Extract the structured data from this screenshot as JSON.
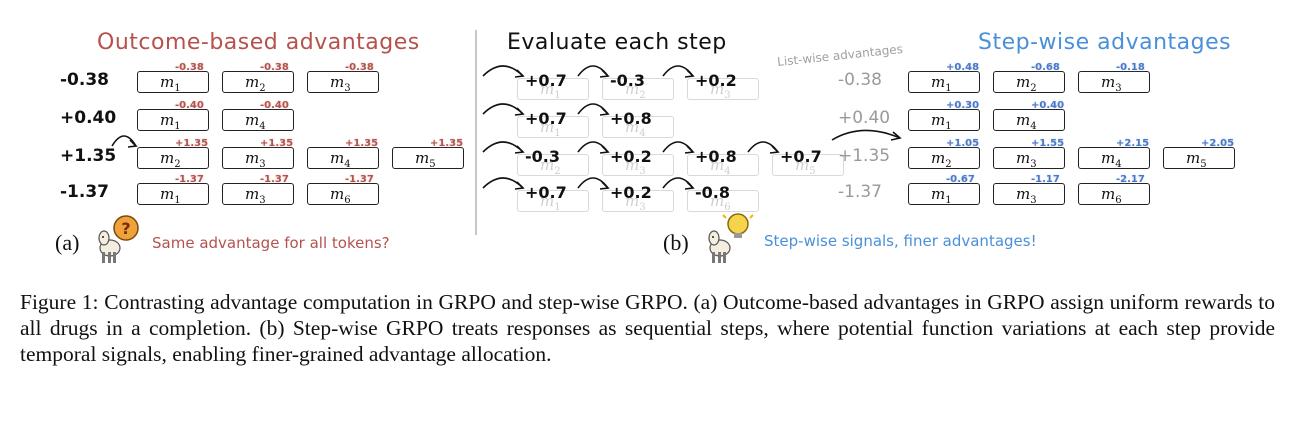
{
  "figure": {
    "panel_a": {
      "title": "Outcome-based advantages",
      "tag": "(a)",
      "note": "Same advantage for all tokens?",
      "question_mark": "?",
      "rows": [
        {
          "label": "-0.38",
          "tokens": [
            {
              "name": "m",
              "sub": "1",
              "adv": "-0.38"
            },
            {
              "name": "m",
              "sub": "2",
              "adv": "-0.38"
            },
            {
              "name": "m",
              "sub": "3",
              "adv": "-0.38"
            }
          ]
        },
        {
          "label": "+0.40",
          "tokens": [
            {
              "name": "m",
              "sub": "1",
              "adv": "-0.40"
            },
            {
              "name": "m",
              "sub": "4",
              "adv": "-0.40"
            }
          ]
        },
        {
          "label": "+1.35",
          "tokens": [
            {
              "name": "m",
              "sub": "2",
              "adv": "+1.35"
            },
            {
              "name": "m",
              "sub": "3",
              "adv": "+1.35"
            },
            {
              "name": "m",
              "sub": "4",
              "adv": "+1.35"
            },
            {
              "name": "m",
              "sub": "5",
              "adv": "+1.35"
            }
          ]
        },
        {
          "label": "-1.37",
          "tokens": [
            {
              "name": "m",
              "sub": "1",
              "adv": "-1.37"
            },
            {
              "name": "m",
              "sub": "3",
              "adv": "-1.37"
            },
            {
              "name": "m",
              "sub": "6",
              "adv": "-1.37"
            }
          ]
        }
      ]
    },
    "middle": {
      "title": "Evaluate each step",
      "rows": [
        {
          "steps": [
            "+0.7",
            "-0.3",
            "+0.2"
          ],
          "faint_tokens": [
            {
              "name": "m",
              "sub": "1"
            },
            {
              "name": "m",
              "sub": "2"
            },
            {
              "name": "m",
              "sub": "3"
            }
          ]
        },
        {
          "steps": [
            "+0.7",
            "+0.8"
          ],
          "faint_tokens": [
            {
              "name": "m",
              "sub": "1"
            },
            {
              "name": "m",
              "sub": "4"
            }
          ]
        },
        {
          "steps": [
            "-0.3",
            "+0.2",
            "+0.8",
            "+0.7"
          ],
          "faint_tokens": [
            {
              "name": "m",
              "sub": "2"
            },
            {
              "name": "m",
              "sub": "3"
            },
            {
              "name": "m",
              "sub": "4"
            },
            {
              "name": "m",
              "sub": "5"
            }
          ]
        },
        {
          "steps": [
            "+0.7",
            "+0.2",
            "-0.8"
          ],
          "faint_tokens": [
            {
              "name": "m",
              "sub": "1"
            },
            {
              "name": "m",
              "sub": "3"
            },
            {
              "name": "m",
              "sub": "6"
            }
          ]
        }
      ]
    },
    "panel_b": {
      "title": "Step-wise advantages",
      "side_note": "List-wise advantages",
      "tag": "(b)",
      "note": "Step-wise signals, finer advantages!",
      "rows": [
        {
          "label": "-0.38",
          "tokens": [
            {
              "name": "m",
              "sub": "1",
              "adv": "+0.48"
            },
            {
              "name": "m",
              "sub": "2",
              "adv": "-0.68"
            },
            {
              "name": "m",
              "sub": "3",
              "adv": "-0.18"
            }
          ]
        },
        {
          "label": "+0.40",
          "tokens": [
            {
              "name": "m",
              "sub": "1",
              "adv": "+0.30"
            },
            {
              "name": "m",
              "sub": "4",
              "adv": "+0.40"
            }
          ]
        },
        {
          "label": "+1.35",
          "tokens": [
            {
              "name": "m",
              "sub": "2",
              "adv": "+1.05"
            },
            {
              "name": "m",
              "sub": "3",
              "adv": "+1.55"
            },
            {
              "name": "m",
              "sub": "4",
              "adv": "+2.15"
            },
            {
              "name": "m",
              "sub": "5",
              "adv": "+2.05"
            }
          ]
        },
        {
          "label": "-1.37",
          "tokens": [
            {
              "name": "m",
              "sub": "1",
              "adv": "-0.67"
            },
            {
              "name": "m",
              "sub": "3",
              "adv": "-1.17"
            },
            {
              "name": "m",
              "sub": "6",
              "adv": "-2.17"
            }
          ]
        }
      ]
    },
    "colors": {
      "red": "#b5524d",
      "blue": "#4a90d9",
      "gray": "#9a9a9a",
      "faint": "#d9d9d9"
    },
    "icons": [
      "llama-question-icon",
      "llama-lightbulb-icon",
      "curved-arrow-icon"
    ]
  },
  "caption": "Figure 1: Contrasting advantage computation in GRPO and step-wise GRPO. (a) Outcome-based advantages in GRPO assign uniform rewards to all drugs in a completion. (b) Step-wise GRPO treats responses as sequential steps, where potential function variations at each step provide temporal signals, enabling finer-grained advantage allocation."
}
